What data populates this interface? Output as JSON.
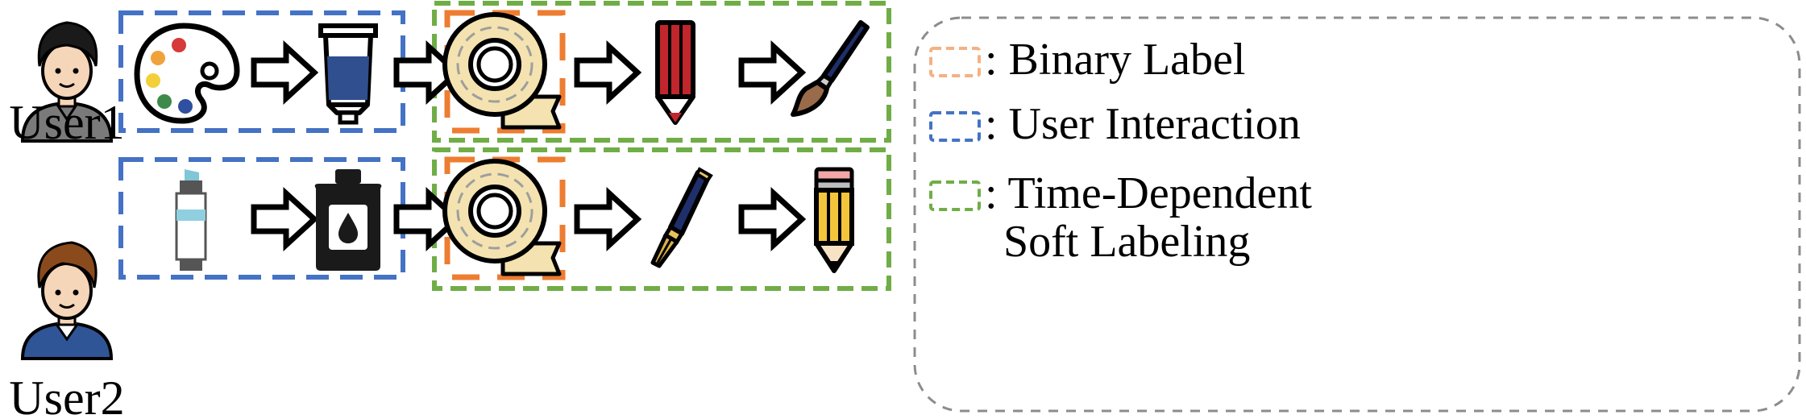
{
  "users": [
    {
      "label": "User1"
    },
    {
      "label": "User2"
    }
  ],
  "legend": {
    "binary_label": ": Binary Label",
    "user_interaction": ": User Interaction",
    "time_dependent_line1": ": Time-Dependent",
    "time_dependent_line2": "Soft Labeling"
  },
  "colors": {
    "blue_box": "#4472c4",
    "green_box": "#70ad47",
    "orange_box": "#ed7d31",
    "legend_orange": "#f4b183",
    "legend_blue": "#4472c4",
    "legend_green": "#70ad47",
    "legend_border": "#8c8c8c"
  },
  "sequences": {
    "user1": [
      "palette-icon",
      "paint-tube-icon",
      "tape-icon",
      "red-pencil-icon",
      "paintbrush-icon"
    ],
    "user2": [
      "highlighter-icon",
      "ink-bottle-icon",
      "tape-icon",
      "fountain-pen-icon",
      "yellow-pencil-icon"
    ]
  }
}
